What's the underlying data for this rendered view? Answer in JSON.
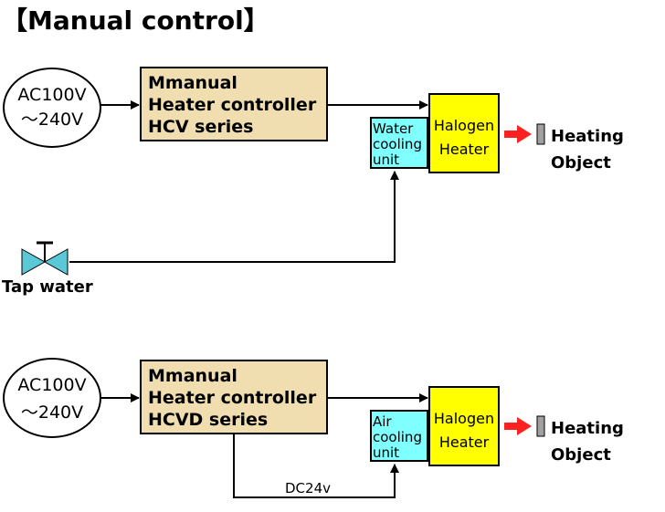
{
  "title": "【Manual control】",
  "colors": {
    "controller_fill": "#f0deb0",
    "cooling_fill": "#80ffff",
    "heater_fill": "#ffff00",
    "arrow_red": "#ff2020",
    "object_gray": "#a0a0a0",
    "valve_fill": "#5bc8d8"
  },
  "system1": {
    "power": {
      "line1": "AC100V",
      "line2": "～240V"
    },
    "controller": {
      "line1": "Mmanual",
      "line2": "Heater controller",
      "line3": "HCV series"
    },
    "cooling": {
      "line1": "Water",
      "line2": "cooling",
      "line3": "unit"
    },
    "heater": {
      "line1": "Halogen",
      "line2": "Heater"
    },
    "object": {
      "line1": "Heating",
      "line2": "Object"
    },
    "water_source": "Tap water"
  },
  "system2": {
    "power": {
      "line1": "AC100V",
      "line2": "～240V"
    },
    "controller": {
      "line1": "Mmanual",
      "line2": "Heater controller",
      "line3": "HCVD series"
    },
    "cooling": {
      "line1": "Air",
      "line2": "cooling",
      "line3": "unit"
    },
    "heater": {
      "line1": "Halogen",
      "line2": "Heater"
    },
    "object": {
      "line1": "Heating",
      "line2": "Object"
    },
    "supply_label": "DC24v"
  }
}
